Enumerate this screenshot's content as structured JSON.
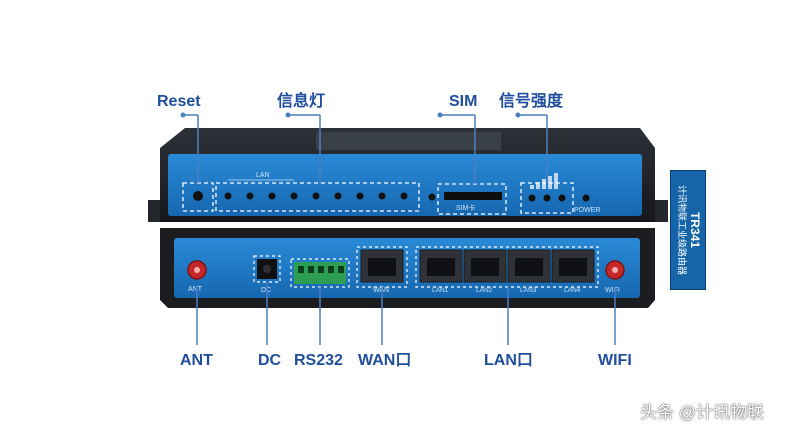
{
  "callouts": {
    "reset": "Reset",
    "indicator": "信息灯",
    "sim": "SIM",
    "signal": "信号强度",
    "ant": "ANT",
    "dc": "DC",
    "rs232": "RS232",
    "wan": "WAN口",
    "lan": "LAN口",
    "wifi": "WIFI"
  },
  "front_panel": {
    "lan_label": "LAN",
    "sim_label": "SIM卡",
    "power_label": "POWER"
  },
  "rear_panel": {
    "ant_label": "ANT",
    "dc_label": "DC",
    "wan_label": "WAN",
    "lan_ports": [
      "LAN1",
      "LAN2",
      "LAN3",
      "LAN4"
    ],
    "wifi_label": "WIFI"
  },
  "side_label": {
    "model": "TR341",
    "subtitle": "计讯物联工业级路由器"
  },
  "watermark": "头条 @计讯物联",
  "colors": {
    "callout": "#1e4e9c",
    "panel_blue": "#1a79c8",
    "chassis": "#1c1f24",
    "line": "#4a7fc0"
  }
}
